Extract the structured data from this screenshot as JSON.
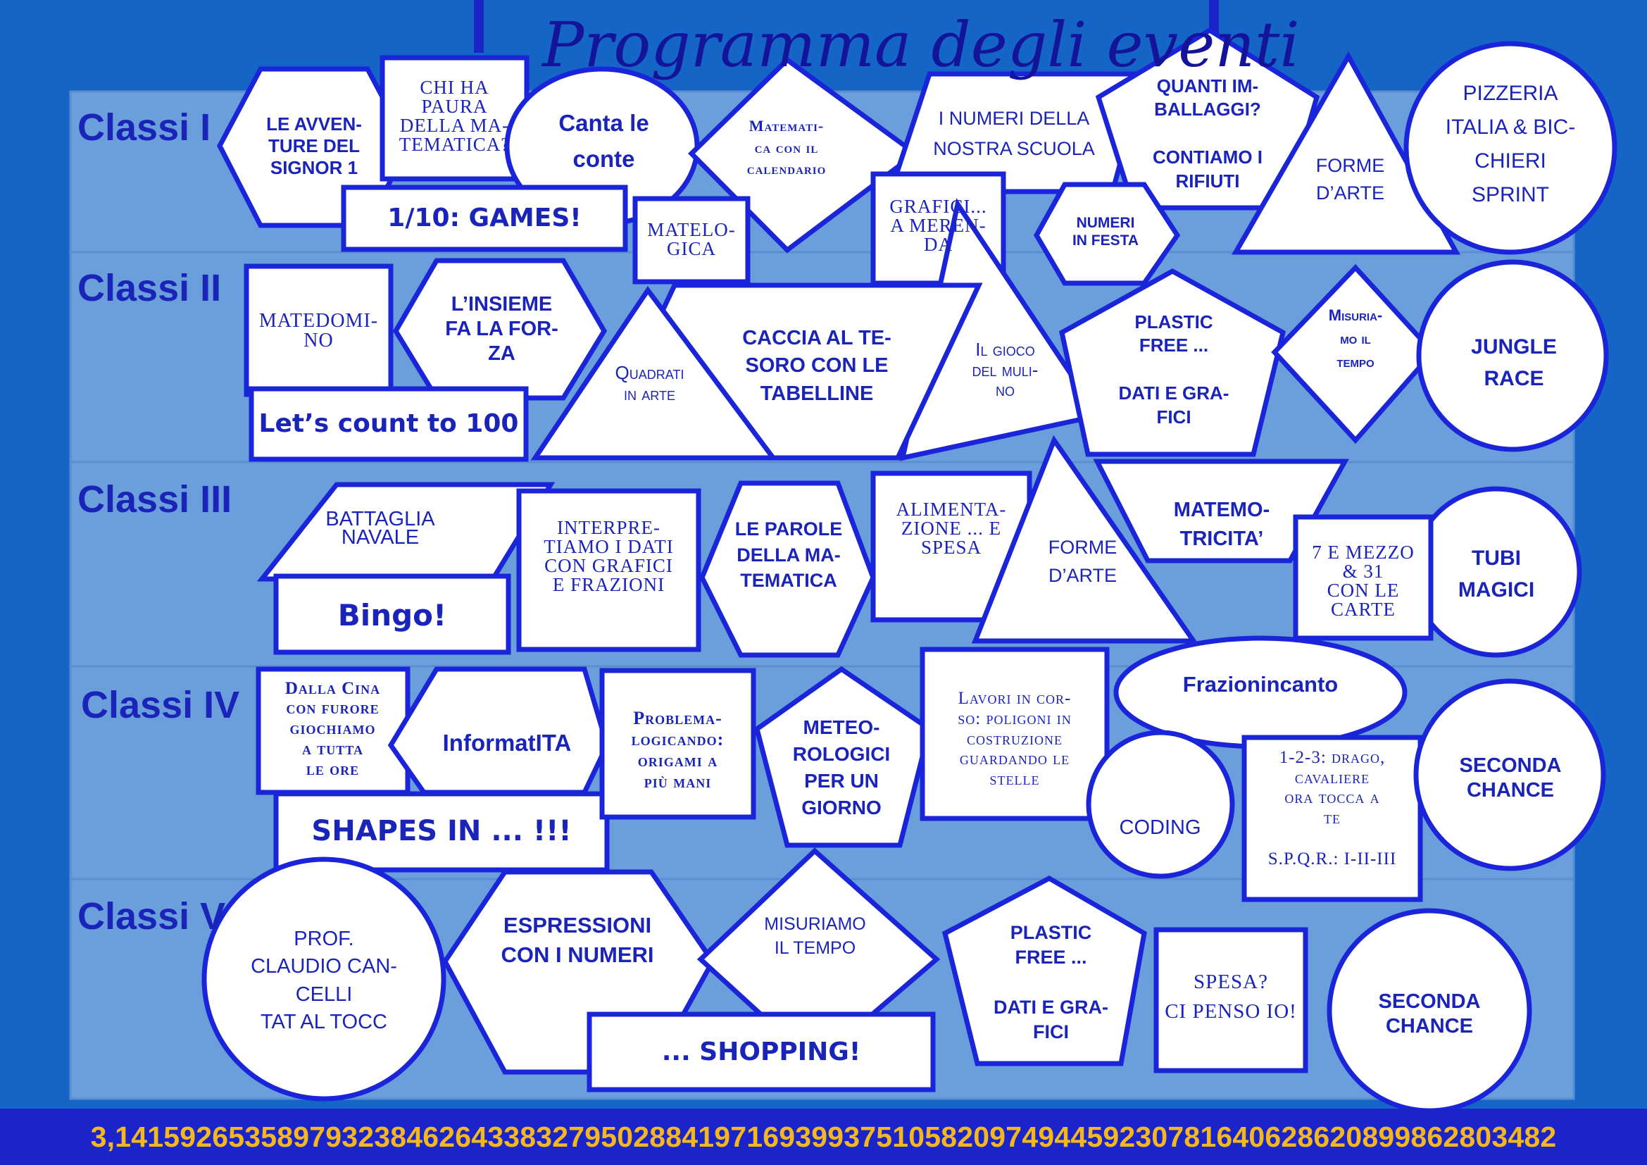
{
  "title": "Programma degli eventi",
  "rows": [
    "Classi I",
    "Classi II",
    "Classi III",
    "Classi IV",
    "Classi V"
  ],
  "footer": {
    "pi_digits": "3,14159265358979323846264338327950288419716939937510582097494459230781640628620899862803482"
  },
  "events": {
    "c1_avventure": "LE AVVEN-\nTURE DEL\nSIGNOR 1",
    "c1_paura": "CHI HA\nPAURA\nDELLA MA-\nTEMATICA?",
    "c1_canta": "Canta le\nconte",
    "c1_games": "1/10: GAMES!",
    "c1_calendario": "Matemati-\nca con il\ncalendario",
    "c1_matelogica": "MATELO-\nGICA",
    "c1_numeri_scuola": "I NUMERI DELLA\nNOSTRA SCUOLA",
    "c1_grafici": "GRAFICI...\nA MEREN-\nDA",
    "c1_imballaggi": "QUANTI IM-\nBALLAGGI?\n\nCONTIAMO I\nRIFIUTI",
    "c1_numeri_festa": "NUMERI\nIN FESTA",
    "c1_forme": "FORME\nD’ARTE",
    "c1_pizzeria": "PIZZERIA\nITALIA & BIC-\nCHIERI\nSPRINT",
    "c2_matedomino": "MATEDOMI-\nNO",
    "c2_insieme": "L’INSIEME\nFA LA FOR-\nZA",
    "c2_count": "Let’s count to 100",
    "c2_quadrati": "Quadrati\nin arte",
    "c2_caccia": "CACCIA AL TE-\nSORO CON LE\nTABELLINE",
    "c2_mulino": "Il gioco\ndel muli-\nno",
    "c2_plastic": "PLASTIC\nFREE ...\n\nDATI E GRA-\nFICI",
    "c2_misuriamo": "Misuria-\nmo il\ntempo",
    "c2_jungle": "JUNGLE\nRACE",
    "c3_battaglia": "BATTAGLIA\nNAVALE",
    "c3_bingo": "Bingo!",
    "c3_interpretiamo": "INTERPRE-\nTIAMO I DATI\nCON GRAFICI\nE FRAZIONI",
    "c3_parole": "LE PAROLE\nDELLA MA-\nTEMATICA",
    "c3_alimentazione": "ALIMENTA-\nZIONE ... E\nSPESA",
    "c3_forme": "FORME\nD’ARTE",
    "c3_matemotricita": "MATEMO-\nTRICITA’",
    "c3_settemezzo": "7 E MEZZO\n& 31\nCON LE\nCARTE",
    "c3_tubi": "TUBI\nMAGICI",
    "c4_cina": "Dalla Cina\ncon furore\ngiochiamo\na tutta\nle ore",
    "c4_informatita": "InformatITA",
    "c4_shapes": "SHAPES IN ... !!!",
    "c4_problemalogicando": "Problema-\nlogicando:\norigami a\npiù mani",
    "c4_meteo": "METEO-\nROLOGICI\nPER UN\nGIORNO",
    "c4_lavori": "Lavori in cor-\nso: poligoni in\ncostruzione\nguardando le\nstelle",
    "c4_frazionincanto": "Frazionincanto",
    "c4_coding": "CODING",
    "c4_drago": "1-2-3: drago,\ncavaliere\nora tocca a\nte\n\nS.P.Q.R.: I-II-III",
    "c4_seconda": "SECONDA\nCHANCE",
    "c5_prof": "PROF.\nCLAUDIO CAN-\nCELLI\nTAT AL TOCC",
    "c5_espressioni": "ESPRESSIONI\nCON I NUMERI",
    "c5_shopping": "... SHOPPING!",
    "c5_misuriamo": "MISURIAMO\nIL TEMPO",
    "c5_plastic": "PLASTIC\nFREE ...\n\nDATI E GRA-\nFICI",
    "c5_spesa": "SPESA?\nCI PENSO IO!",
    "c5_seconda": "SECONDA\nCHANCE"
  },
  "colors": {
    "background": "#1565c7",
    "row_band": "#6b9fdc",
    "shape_fill": "#ffffff",
    "shape_stroke": "#1a24d8",
    "text": "#1a24b8",
    "pi_text": "#f4b81e"
  }
}
